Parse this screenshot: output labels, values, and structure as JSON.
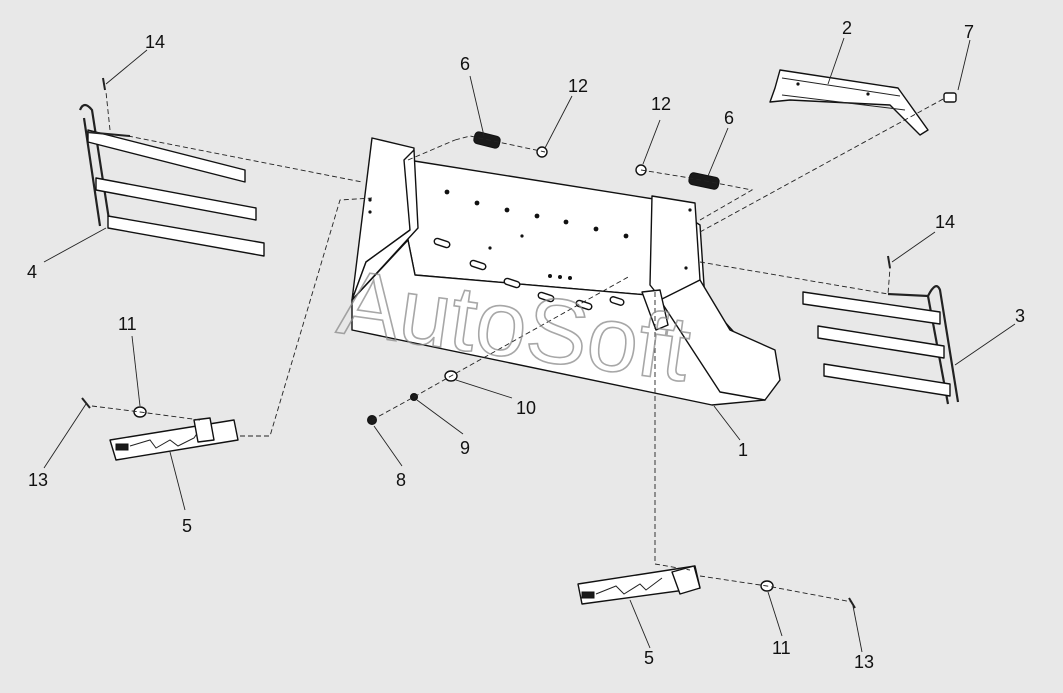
{
  "watermark": "AutoSoft",
  "callouts": {
    "c1": "1",
    "c2": "2",
    "c3": "3",
    "c4": "4",
    "c5a": "5",
    "c5b": "5",
    "c6a": "6",
    "c6b": "6",
    "c7": "7",
    "c8": "8",
    "c9": "9",
    "c10": "10",
    "c11a": "11",
    "c11b": "11",
    "c12a": "12",
    "c12b": "12",
    "c13a": "13",
    "c13b": "13",
    "c14a": "14",
    "c14b": "14"
  }
}
